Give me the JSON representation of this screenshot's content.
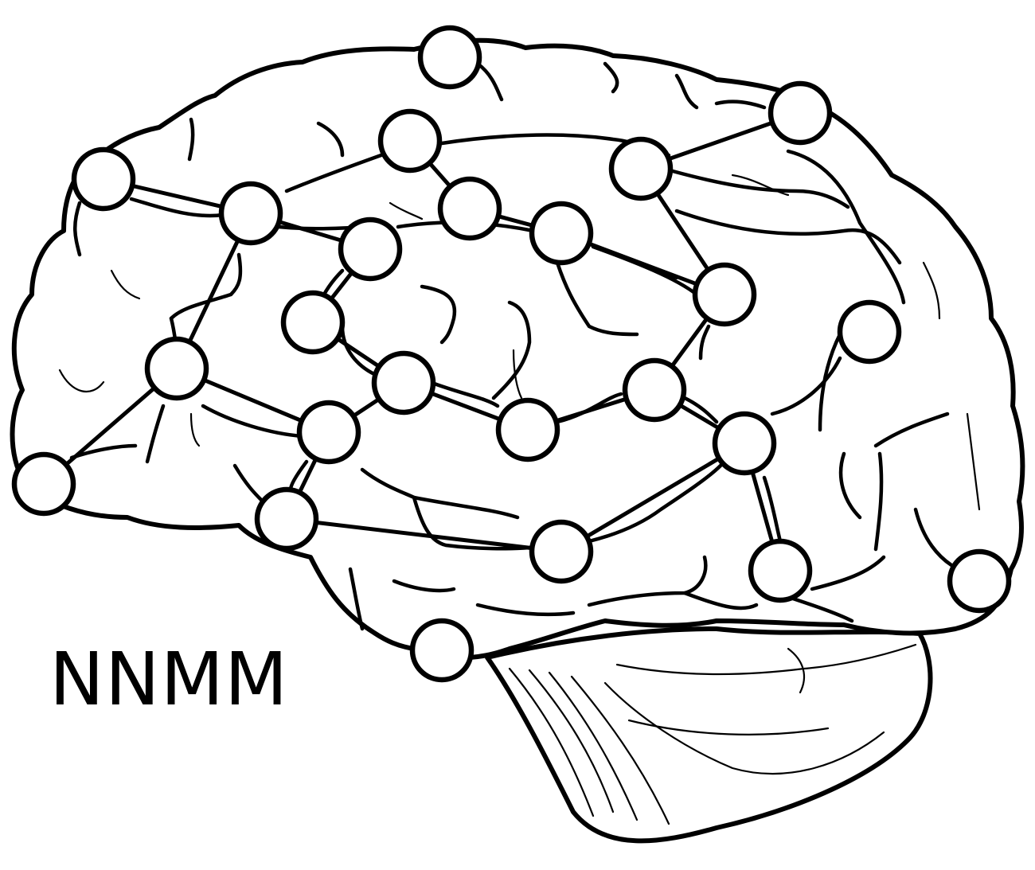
{
  "figure": {
    "label": "NNMM",
    "colors": {
      "ink": "#000000",
      "background": "#ffffff",
      "node_fill": "#ffffff"
    }
  },
  "nodes": [
    {
      "id": "n1"
    },
    {
      "id": "n2"
    },
    {
      "id": "n3"
    },
    {
      "id": "n4"
    },
    {
      "id": "n5"
    },
    {
      "id": "n6"
    },
    {
      "id": "n7"
    },
    {
      "id": "n8"
    },
    {
      "id": "n9"
    },
    {
      "id": "n10"
    },
    {
      "id": "n11"
    },
    {
      "id": "n12"
    },
    {
      "id": "n13"
    },
    {
      "id": "n14"
    },
    {
      "id": "n15"
    },
    {
      "id": "n16"
    },
    {
      "id": "n17"
    },
    {
      "id": "n18"
    },
    {
      "id": "n19"
    },
    {
      "id": "n20"
    },
    {
      "id": "n21"
    },
    {
      "id": "n22"
    },
    {
      "id": "n23"
    },
    {
      "id": "n24"
    },
    {
      "id": "n25"
    },
    {
      "id": "n26"
    },
    {
      "id": "n27"
    }
  ],
  "edges": [
    [
      "n1",
      "n2"
    ],
    [
      "n2",
      "n5"
    ],
    [
      "n5",
      "n8"
    ],
    [
      "n8",
      "n9"
    ],
    [
      "n9",
      "n10"
    ],
    [
      "n10",
      "n11"
    ],
    [
      "n11",
      "n12"
    ],
    [
      "n3",
      "n4"
    ],
    [
      "n4",
      "n6"
    ],
    [
      "n6",
      "n7"
    ],
    [
      "n7",
      "n12"
    ],
    [
      "n1",
      "n13"
    ],
    [
      "n13",
      "n14"
    ],
    [
      "n14",
      "n17"
    ],
    [
      "n17",
      "n18"
    ],
    [
      "n18",
      "n19"
    ],
    [
      "n19",
      "n20"
    ],
    [
      "n20",
      "n11"
    ],
    [
      "n16",
      "n15"
    ],
    [
      "n15",
      "n16"
    ],
    [
      "n9",
      "n13"
    ],
    [
      "n8",
      "n15"
    ],
    [
      "n15",
      "n17"
    ],
    [
      "n13",
      "n21"
    ],
    [
      "n21",
      "n16"
    ],
    [
      "n16",
      "n22"
    ],
    [
      "n22",
      "n23"
    ],
    [
      "n23",
      "n24"
    ],
    [
      "n24",
      "n20"
    ],
    [
      "n20",
      "n25"
    ],
    [
      "n25",
      "n26"
    ],
    [
      "n22",
      "n27"
    ],
    [
      "n12",
      "n26"
    ]
  ]
}
